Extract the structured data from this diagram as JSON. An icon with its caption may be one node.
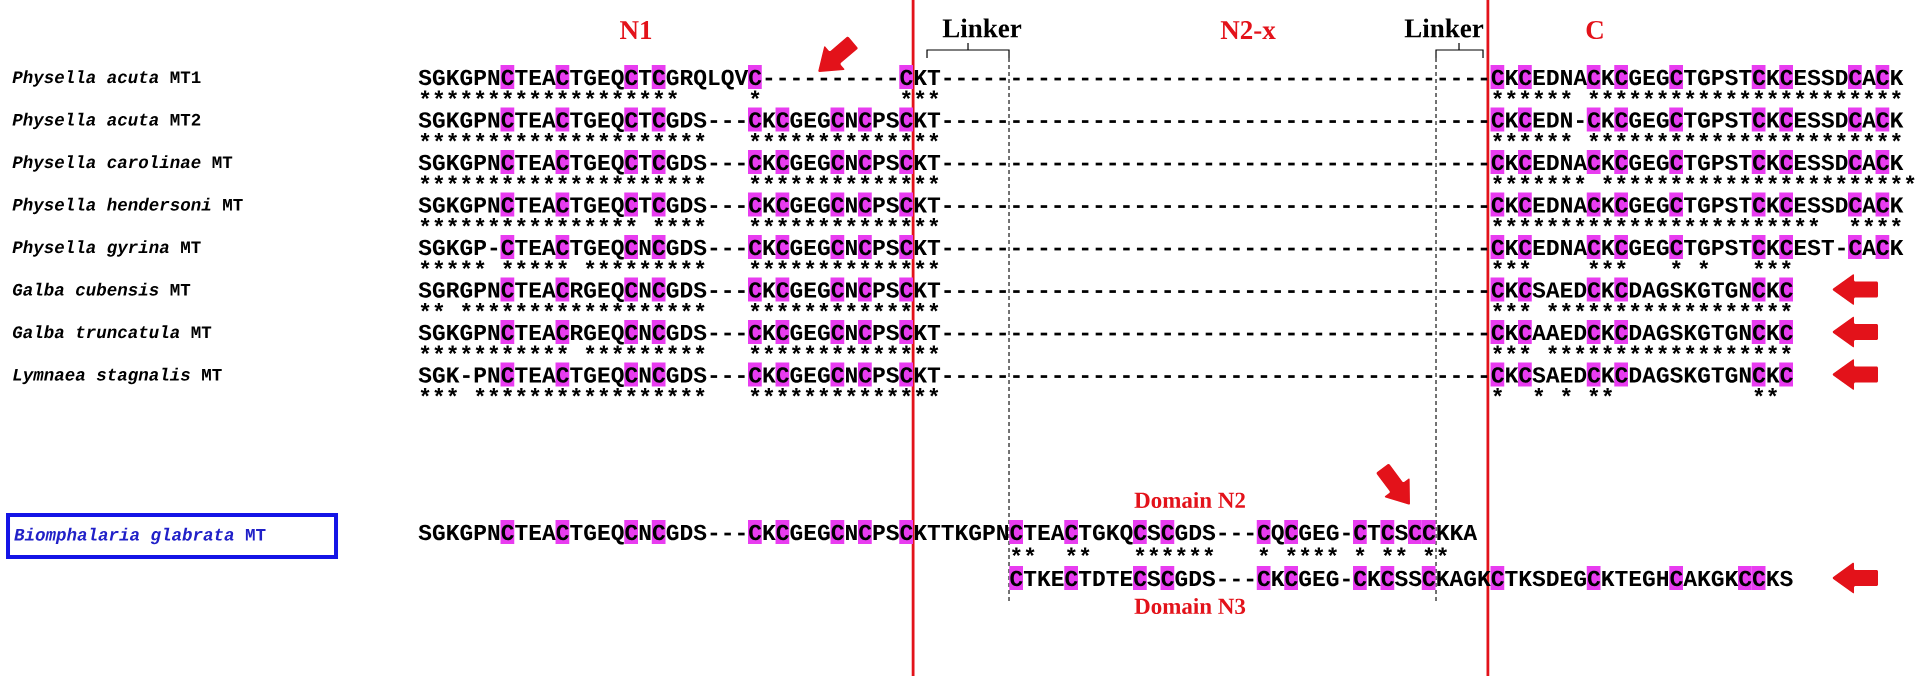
{
  "diagram": {
    "nodes": [
      {
        "text": [
          "*Biomphalaria glabrata* MT"
        ]
      }
    ],
    "labels": [
      "N1",
      "Linker",
      "N2-x",
      "Linker",
      "C",
      "*Physella acuta* MT1",
      "SGKGPNCTEACTGEQCTCGRQLQVC----------CKT----------------------------------------CKCEDNACKCGEGCTGPSTCKCESSDCACK",
      "*******************",
      "*",
      "***",
      "****** ***********************",
      "*Physella acuta* MT2",
      "SGKGPNCTEACTGEQCTCGDS---CKCGEGCNCPSCKT----------------------------------------CKCEDN-CKCGEGCTGPSTCKCESSDCACK",
      "*********************",
      "**************",
      "****** ***********************",
      "*Physella carolinae* MT",
      "SGKGPNCTEACTGEQCTCGDS---CKCGEGCNCPSCKT----------------------------------------CKCEDNACKCGEGCTGPSTCKCESSDCACK",
      "*********************",
      "**************",
      "******* ***********************",
      "*Physella hendersoni* MT",
      "SGKGPNCTEACTGEQCTCGDS---CKCGEGCNCPSCKT----------------------------------------CKCEDNACKCGEGCTGPSTCKCESSDCACK",
      "**************** ****",
      "**************",
      "************************",
      "****",
      "*Physella gyrina* MT",
      "SGKGP-CTEACTGEQCNCGDS---CKCGEGCNCPSCKT----------------------------------------CKCEDNACKCGEGCTGPSTCKCEST-CACK",
      "***** ***** *********",
      "**************",
      "***",
      "***",
      "* *",
      "***",
      "*Galba cubensis* MT",
      "SGRGPNCTEACRGEQCNCGDS---CKCGEGCNCPSCKT----------------------------------------CKCSAEDCKCDAGSKGTGNCKC",
      "** ******************",
      "**************",
      "*** ******************",
      "*Galba truncatula* MT",
      "SGKGPNCTEACRGEQCNCGDS---CKCGEGCNCPSCKT----------------------------------------CKCAAEDCKCDAGSKGTGNCKC",
      "*********** *********",
      "**************",
      "*** ******************",
      "*Lymnaea stagnalis* MT",
      "SGK-PNCTEACTGEQCNCGDS---CKCGEGCNCPSCKT----------------------------------------CKCSAEDCKCDAGSKGTGNCKC",
      "*** *****************",
      "**************",
      "*",
      "* * **",
      "**",
      "Domain N2",
      "SGKGPNCTEACTGEQCNCGDS---CKCGEGCNCPSCKTTKGPNCTEACTGKQCSCGDS---CQCGEG-CTCSCCKKA",
      "**",
      "**",
      "******",
      "* **** * ** **",
      "CTKECTDTECSCGDS---CKCGEG-CKCSSCKAGKCTKSDEGCKTEGHCAKGKCCKS",
      "Domain N3"
    ]
  }
}
